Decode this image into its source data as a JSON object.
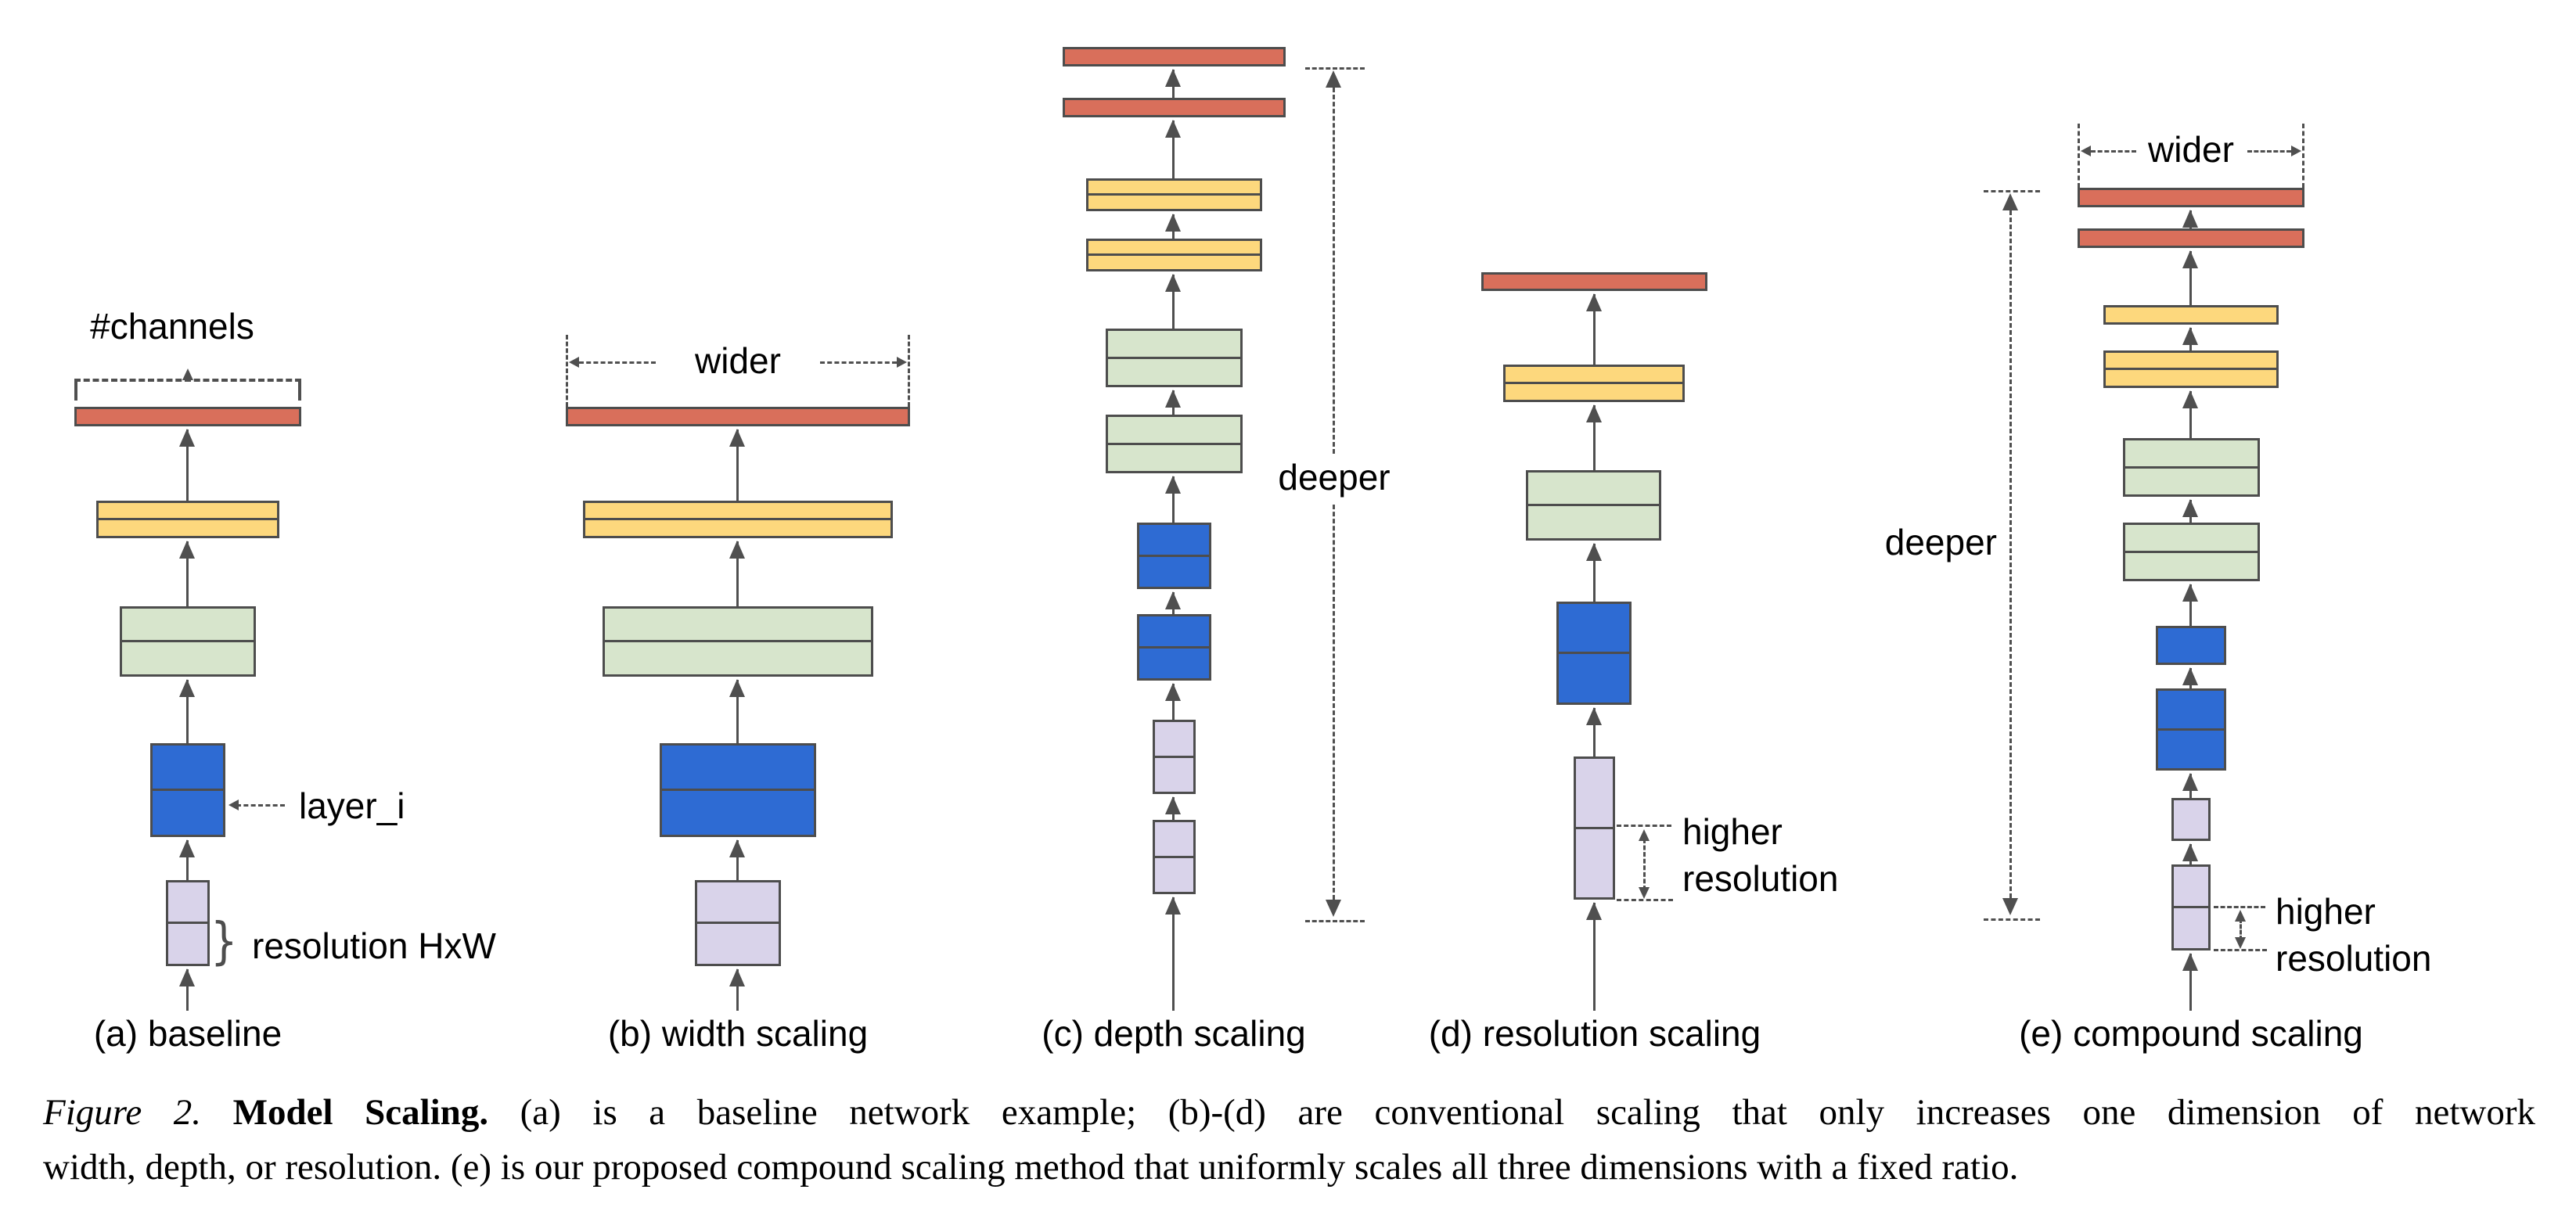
{
  "figure": {
    "panels": [
      {
        "id": "a",
        "label": "(a) baseline",
        "annotations": {
          "channels": "#channels",
          "layer": "layer_i",
          "resolution": "resolution HxW"
        }
      },
      {
        "id": "b",
        "label": "(b) width scaling",
        "annotations": {
          "wider": "wider"
        }
      },
      {
        "id": "c",
        "label": "(c) depth scaling",
        "annotations": {
          "deeper": "deeper"
        }
      },
      {
        "id": "d",
        "label": "(d) resolution scaling",
        "annotations": {
          "higher_res": [
            "higher",
            "resolution"
          ]
        }
      },
      {
        "id": "e",
        "label": "(e) compound scaling",
        "annotations": {
          "wider": "wider",
          "deeper": "deeper",
          "higher_res": [
            "higher",
            "resolution"
          ]
        }
      }
    ],
    "caption": {
      "figure_label": "Figure 2.",
      "title": "Model Scaling.",
      "line1_rest": "(a) is a baseline network example; (b)-(d) are conventional scaling that only increases one dimension of network",
      "line2": "width, depth, or resolution. (e) is our proposed compound scaling method that uniformly scales all three dimensions with a fixed ratio."
    },
    "colors": {
      "output_red": "#d96f5b",
      "fc_yellow": "#fdd87d",
      "conv_green": "#d7e5cc",
      "conv_blue": "#2e6bd3",
      "input_purple": "#d9d3ea",
      "line_gray": "#4f4f4f"
    }
  }
}
